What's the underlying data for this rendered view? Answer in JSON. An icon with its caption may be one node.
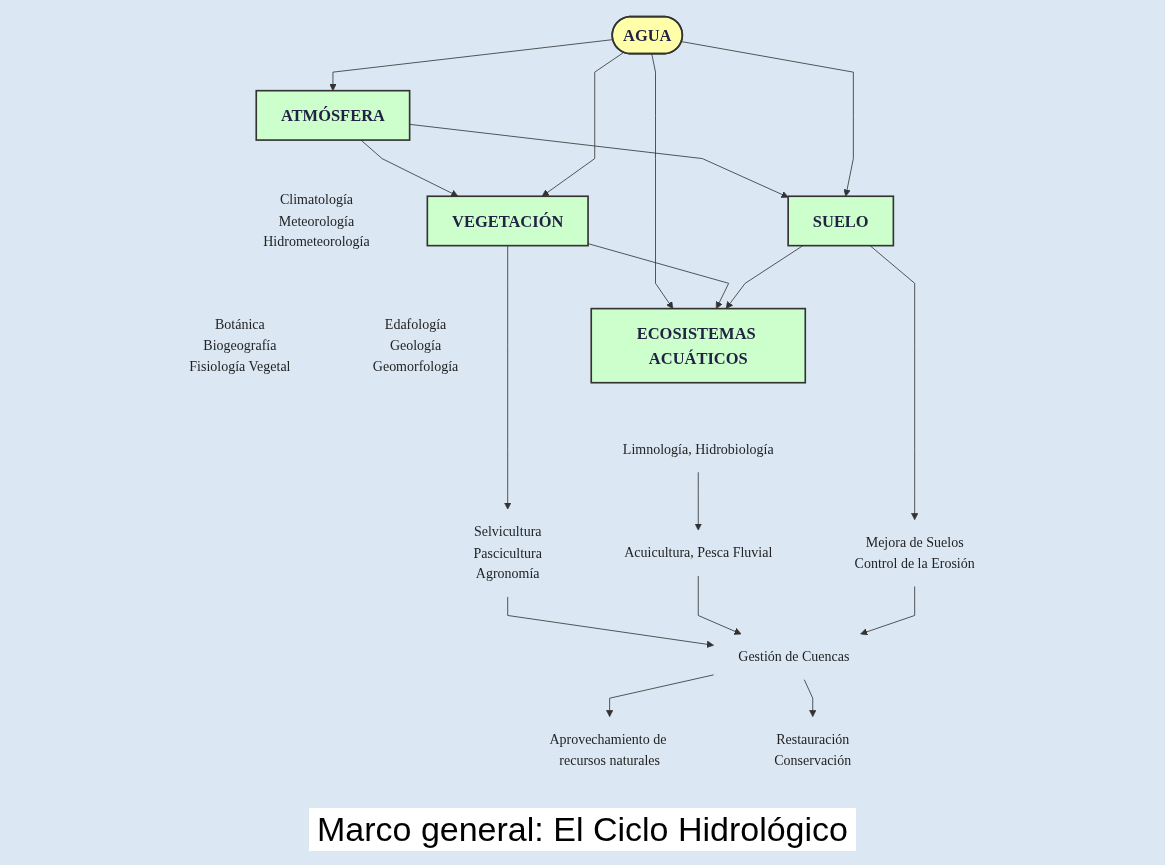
{
  "diagram": {
    "caption": "Marco general: El Ciclo Hidrológico",
    "nodes": [
      {
        "text": [
          "ATMÓSFERA"
        ],
        "beside": [
          "Climatología",
          "Meteorología",
          "Hidrometeorología"
        ]
      },
      {
        "text": [
          "VEGETACIÓN"
        ],
        "beside": [
          "Botánica",
          "Biogeografía",
          "Fisiología Vegetal"
        ]
      },
      {
        "text": [
          "AGUA"
        ]
      },
      {
        "text": [
          "SUELO"
        ],
        "beside": [
          "Edafología",
          "Geología",
          "Geomorfología"
        ]
      },
      {
        "text": [
          "ECOSISTEMAS ACUÁTICOS"
        ]
      },
      {
        "text": [
          "Selvicultura",
          "Pascicultura",
          "Agronomía"
        ]
      },
      {
        "text": [
          "Limnología, Hidrobiología"
        ]
      },
      {
        "text": [
          "Acuicultura, Pesca Fluvial"
        ]
      },
      {
        "text": [
          "Mejora de Suelos",
          "Control de la Erosión"
        ]
      },
      {
        "text": [
          "Gestión de Cuencas"
        ]
      },
      {
        "text": [
          "Aprovechamiento de recursos naturales"
        ]
      },
      {
        "text": [
          "Restauración",
          "Conservación"
        ]
      }
    ],
    "edges": [
      {
        "from": 2,
        "to": 0,
        "arrow": "to"
      },
      {
        "from": 0,
        "to": 1,
        "arrow": "to"
      },
      {
        "from": 0,
        "to": 3,
        "arrow": "to"
      },
      {
        "from": 2,
        "to": 1,
        "arrow": "to"
      },
      {
        "from": 2,
        "to": 3,
        "arrow": "to"
      },
      {
        "from": 2,
        "to": 4,
        "arrow": "to"
      },
      {
        "from": 1,
        "to": 4,
        "arrow": "to"
      },
      {
        "from": 3,
        "to": 4,
        "arrow": "to"
      },
      {
        "from": 1,
        "to": 5,
        "arrow": "to"
      },
      {
        "from": 3,
        "to": 8,
        "arrow": "to"
      },
      {
        "from": 6,
        "to": 7,
        "arrow": "to"
      },
      {
        "from": 5,
        "to": 9,
        "arrow": "to"
      },
      {
        "from": 7,
        "to": 9,
        "arrow": "to"
      },
      {
        "from": 8,
        "to": 9,
        "arrow": "to"
      },
      {
        "from": 9,
        "to": 10,
        "arrow": "to"
      },
      {
        "from": 9,
        "to": 11,
        "arrow": "to"
      }
    ]
  }
}
